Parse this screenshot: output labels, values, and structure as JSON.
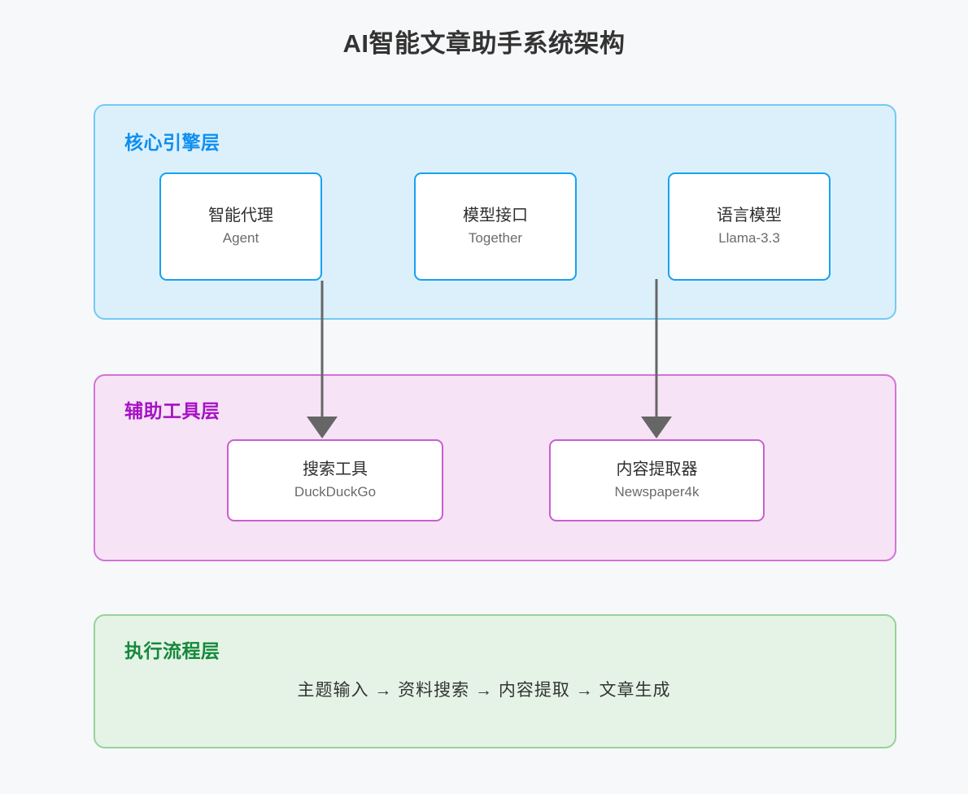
{
  "page": {
    "title": "AI智能文章助手系统架构",
    "background_color": "#f7f8fa",
    "title_color": "#333333"
  },
  "layers": [
    {
      "id": "core-engine",
      "label": "核心引擎层",
      "label_color": "#0d8ff0",
      "background_color": "#dcf0fc",
      "border_color": "#76c8f5",
      "nodes": [
        {
          "id": "agent",
          "title": "智能代理",
          "subtitle": "Agent",
          "border_color": "#14a2f0"
        },
        {
          "id": "together",
          "title": "模型接口",
          "subtitle": "Together",
          "border_color": "#14a2f0"
        },
        {
          "id": "llm",
          "title": "语言模型",
          "subtitle": "Llama-3.3",
          "border_color": "#14a2f0"
        }
      ]
    },
    {
      "id": "helper-tools",
      "label": "辅助工具层",
      "label_color": "#a511c4",
      "background_color": "#f6e3f6",
      "border_color": "#d572d5",
      "nodes": [
        {
          "id": "search",
          "title": "搜索工具",
          "subtitle": "DuckDuckGo",
          "border_color": "#c95fd0"
        },
        {
          "id": "extract",
          "title": "内容提取器",
          "subtitle": "Newspaper4k",
          "border_color": "#c95fd0"
        }
      ]
    },
    {
      "id": "execution-flow",
      "label": "执行流程层",
      "label_color": "#14893a",
      "background_color": "#e5f3e6",
      "border_color": "#96d29a",
      "flow_text": "主题输入 → 资料搜索 → 内容提取 → 文章生成",
      "flow_steps": [
        "主题输入",
        "资料搜索",
        "内容提取",
        "文章生成"
      ]
    }
  ],
  "connectors": [
    {
      "id": "agent-to-search",
      "from": "agent",
      "to": "search",
      "color": "#666666",
      "style": "arrow-down"
    },
    {
      "id": "llm-to-extract",
      "from": "llm",
      "to": "extract",
      "color": "#666666",
      "style": "arrow-down"
    }
  ]
}
